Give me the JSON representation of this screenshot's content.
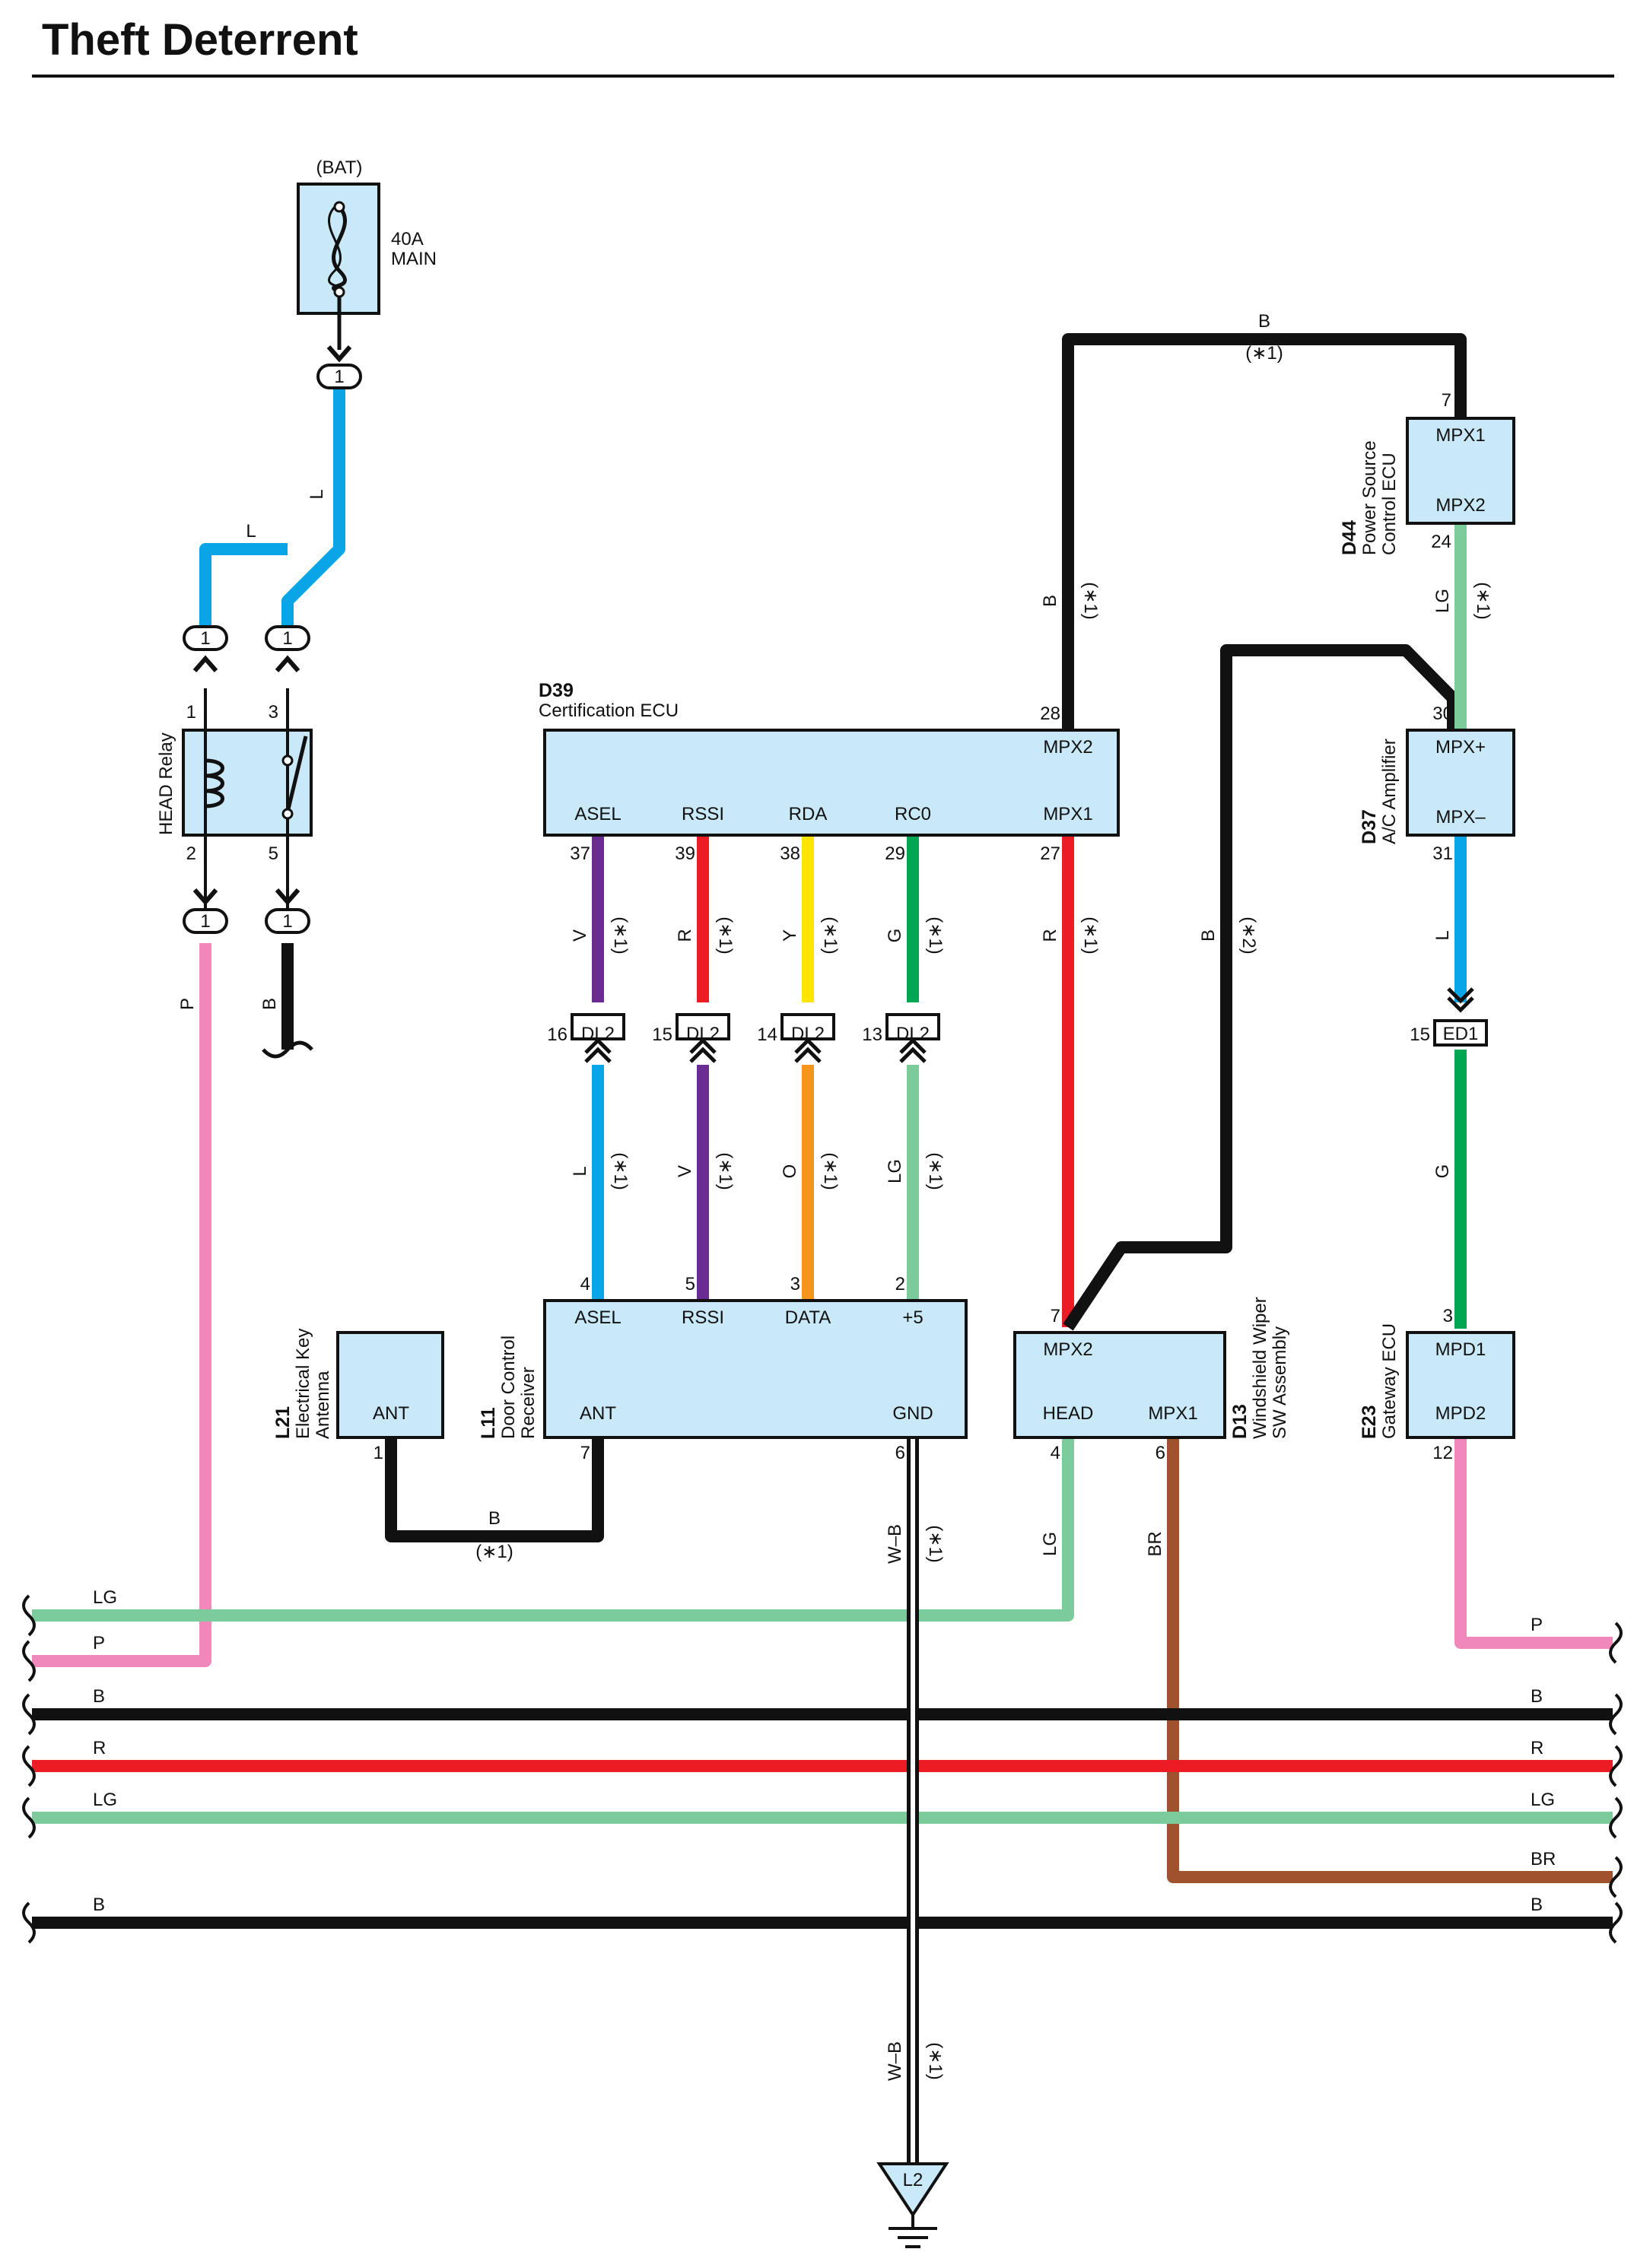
{
  "header": {
    "title": "Theft Deterrent"
  },
  "colors": {
    "L": "#0aa5e6",
    "LG": "#7ccb9c",
    "P": "#f088bb",
    "B": "#111111",
    "R": "#ec1c24",
    "V": "#6a2c91",
    "Y": "#ffe400",
    "G": "#00a651",
    "O": "#f7941d",
    "BR": "#a0522d",
    "component_fill": "#c9e9f8"
  },
  "fuse": {
    "source": "(BAT)",
    "rating": "40A",
    "name": "MAIN",
    "terminal": "1"
  },
  "head_relay": {
    "name": "HEAD Relay",
    "pins": [
      "1",
      "3",
      "2",
      "5"
    ],
    "connectors": [
      "1",
      "1",
      "1",
      "1"
    ],
    "wire_top": "L",
    "wire_left": "L",
    "wire_p": "P",
    "wire_b": "B"
  },
  "certification_ecu": {
    "code": "D39",
    "name": "Certification ECU",
    "terminals": [
      "ASEL",
      "RSSI",
      "RDA",
      "RC0",
      "MPX1",
      "MPX2"
    ],
    "pins": [
      "37",
      "39",
      "38",
      "29",
      "27",
      "28"
    ]
  },
  "power_source_ecu": {
    "code": "D44",
    "name_1": "Power Source",
    "name_2": "Control ECU",
    "terminals": [
      "MPX1",
      "MPX2"
    ],
    "pins": [
      "7",
      "24"
    ]
  },
  "ac_amplifier": {
    "code": "D37",
    "name": "A/C Amplifier",
    "terminals": [
      "MPX+",
      "MPX–"
    ],
    "pins": [
      "30",
      "31"
    ]
  },
  "junction_connectors": {
    "name": "DL2",
    "pins": [
      "16",
      "15",
      "14",
      "13"
    ],
    "ed1_name": "ED1",
    "ed1_pin": "15"
  },
  "door_control_receiver": {
    "code": "L11",
    "name_1": "Door Control",
    "name_2": "Receiver",
    "terminals": [
      "ASEL",
      "RSSI",
      "DATA",
      "+5",
      "ANT",
      "GND"
    ],
    "pins": [
      "4",
      "5",
      "3",
      "2",
      "7",
      "6"
    ]
  },
  "key_antenna": {
    "code": "L21",
    "name_1": "Electrical Key",
    "name_2": "Antenna",
    "terminal": "ANT",
    "pin": "1"
  },
  "wiper_switch": {
    "code": "D13",
    "name_1": "Windshield Wiper",
    "name_2": "SW Assembly",
    "terminals": [
      "MPX2",
      "HEAD",
      "MPX1"
    ],
    "pins": [
      "7",
      "4",
      "6"
    ]
  },
  "gateway_ecu": {
    "code": "E23",
    "name": "Gateway ECU",
    "terminals": [
      "MPD1",
      "MPD2"
    ],
    "pins": [
      "3",
      "12"
    ]
  },
  "ground": {
    "label": "L2"
  },
  "notes": {
    "n1": "(∗1)",
    "n2": "(∗2)"
  },
  "wire_labels": {
    "V": "V",
    "R": "R",
    "Y": "Y",
    "G": "G",
    "L": "L",
    "LG": "LG",
    "O": "O",
    "B": "B",
    "WB": "W–B",
    "BR": "BR",
    "P": "P"
  },
  "bus_lines": [
    {
      "color": "LG",
      "label": "LG",
      "right_label": ""
    },
    {
      "color": "P",
      "label": "P",
      "right_label": "P"
    },
    {
      "color": "B",
      "label": "B",
      "right_label": "B"
    },
    {
      "color": "R",
      "label": "R",
      "right_label": "R"
    },
    {
      "color": "LG",
      "label": "LG",
      "right_label": "LG"
    },
    {
      "color": "BR",
      "label": "",
      "right_label": "BR"
    },
    {
      "color": "B",
      "label": "B",
      "right_label": "B"
    }
  ]
}
